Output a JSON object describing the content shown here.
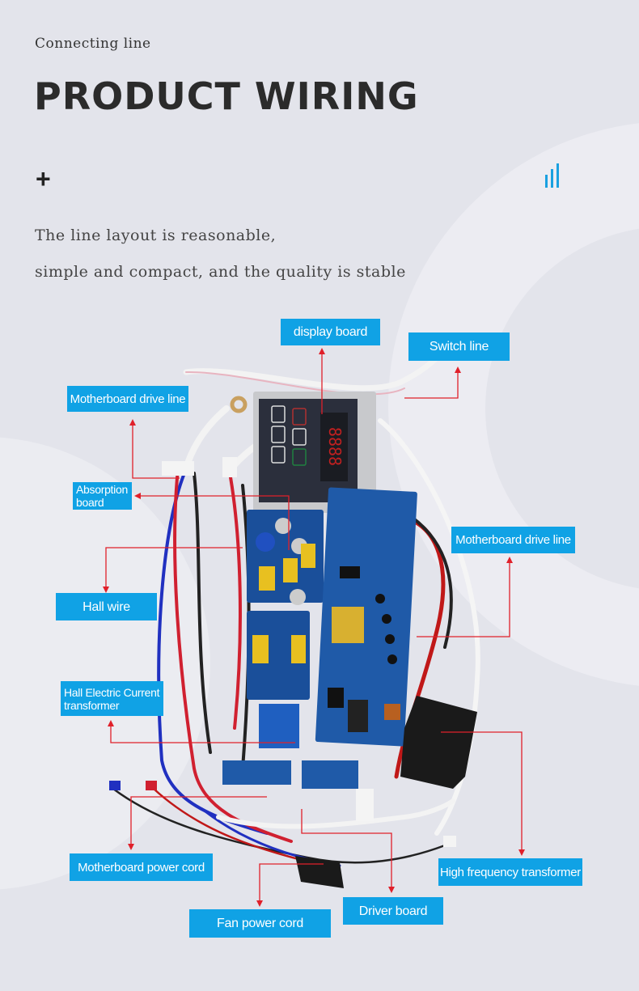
{
  "header": {
    "subtitle": "Connecting line",
    "title": "PRODUCT WIRING",
    "plus_icon": "plus-icon",
    "bars_icon": "signal-bars-icon"
  },
  "description": {
    "line1": "The line layout is reasonable,",
    "line2": "simple and compact, and the quality is stable"
  },
  "labels": {
    "display_board": "display board",
    "switch_line": "Switch line",
    "motherboard_drive_line_left": "Motherboard drive line",
    "absorption_board": "Absorption board",
    "motherboard_drive_line_right": "Motherboard drive line",
    "hall_wire": "Hall wire",
    "hall_current_transformer": "Hall Electric Current transformer",
    "motherboard_power_cord": "Motherboard power cord",
    "high_frequency_transformer": "High frequency transformer",
    "driver_board": "Driver board",
    "fan_power_cord": "Fan power cord"
  },
  "display_digits": "8888",
  "colors": {
    "accent": "#10a2e5",
    "leader": "#e0202a"
  }
}
